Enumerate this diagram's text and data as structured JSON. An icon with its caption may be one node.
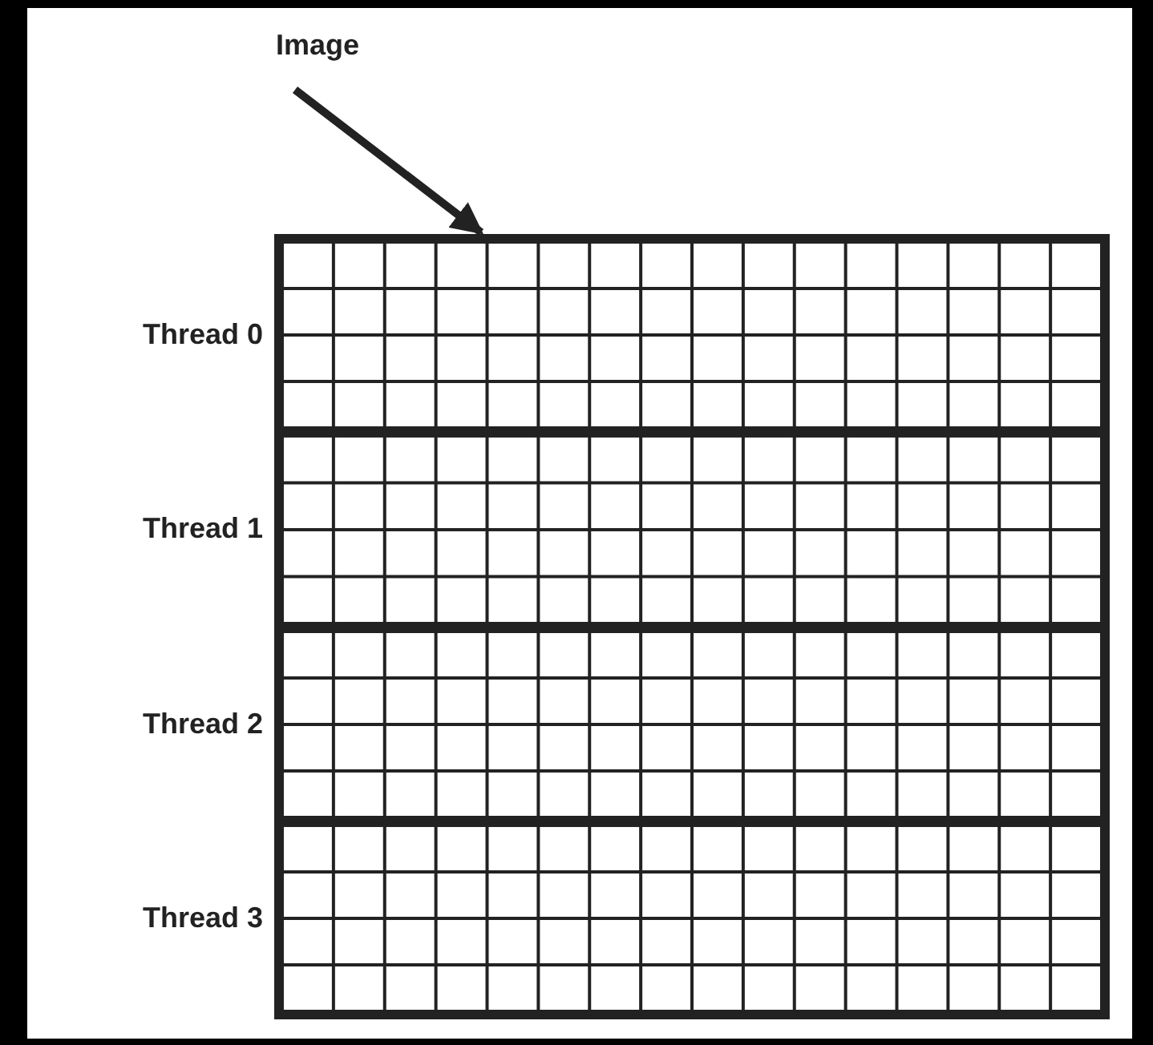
{
  "diagram": {
    "nodes": [
      {
        "text": [
          "Image"
        ]
      },
      {
        "text": [],
        "shape": "box"
      },
      {
        "text": [
          "Thread 0"
        ],
        "in": 1
      },
      {
        "text": [
          "Thread 1"
        ],
        "in": 1
      },
      {
        "text": [
          "Thread 2"
        ],
        "in": 1
      },
      {
        "text": [
          "Thread 3"
        ],
        "in": 1
      }
    ],
    "edges": [
      {
        "from": 0,
        "to": 1,
        "arrow": "to"
      }
    ]
  }
}
